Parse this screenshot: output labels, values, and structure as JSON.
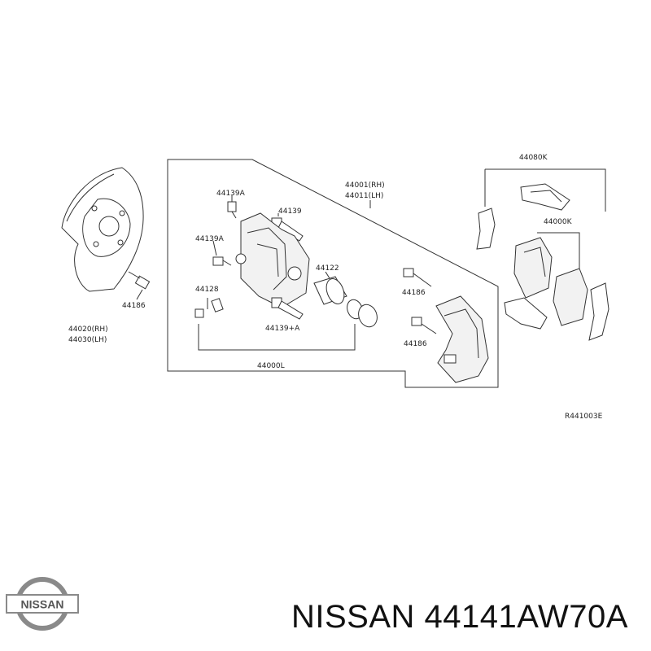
{
  "labels": {
    "l44139a_top": "44139A",
    "l44139_top": "44139",
    "l44001": "44001(RH)",
    "l44011": "44011(LH)",
    "l44139a_mid": "44139A",
    "l44122": "44122",
    "l44186_a": "44186",
    "l44128": "44128",
    "l44139a_bot": "44139+A",
    "l44186_b": "44186",
    "l44000l": "44000L",
    "l44186_shield": "44186",
    "l44020": "44020(RH)",
    "l44030": "44030(LH)",
    "l44080k": "44080K",
    "l44000k": "44000K",
    "ref": "R441003E"
  },
  "brand": {
    "logo_text": "NISSAN"
  },
  "part_number": "NISSAN 44141AW70A"
}
